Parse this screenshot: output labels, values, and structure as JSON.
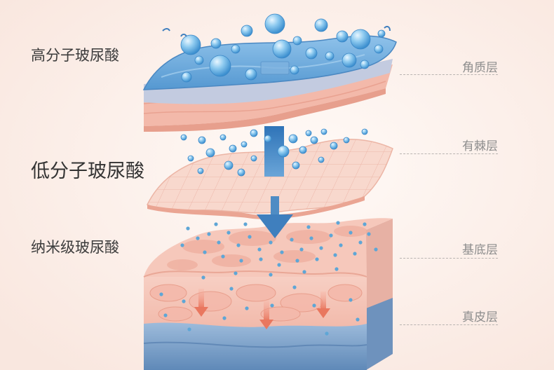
{
  "left_labels": {
    "high": "高分子玻尿酸",
    "low": "低分子玻尿酸",
    "nano": "纳米级玻尿酸"
  },
  "right_labels": {
    "stratum_corneum": "角质层",
    "spinous_layer": "有棘层",
    "basal_layer": "基底层",
    "dermis": "真皮层"
  },
  "colors": {
    "background": "#fdf3ee",
    "water_blue": "#5ea6d6",
    "skin_pink": "#f4c2b4",
    "dermis_blue": "#7ea7cf",
    "arrow_blue": "#4f8cc4",
    "arrow_salmon": "#ee8b76"
  },
  "icons": [
    "water-droplet-icon",
    "down-arrow-icon"
  ]
}
